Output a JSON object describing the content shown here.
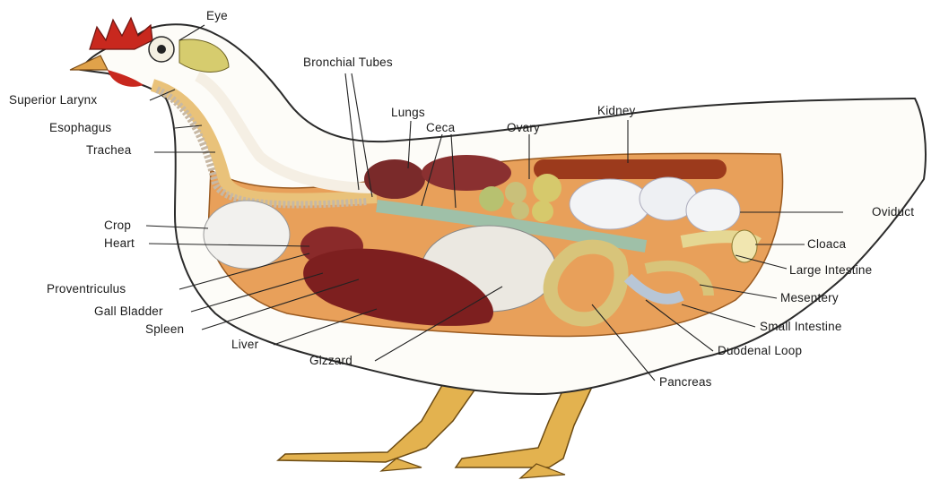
{
  "labels": {
    "eye": "Eye",
    "bronchial_tubes": "Bronchial Tubes",
    "superior_larynx": "Superior Larynx",
    "lungs": "Lungs",
    "kidney": "Kidney",
    "esophagus": "Esophagus",
    "ceca": "Ceca",
    "ovary": "Ovary",
    "trachea": "Trachea",
    "oviduct": "Oviduct",
    "crop": "Crop",
    "heart": "Heart",
    "cloaca": "Cloaca",
    "large_intestine": "Large Intestine",
    "proventriculus": "Proventriculus",
    "mesentery": "Mesentery",
    "gall_bladder": "Gall Bladder",
    "small_intestine": "Small Intestine",
    "spleen": "Spleen",
    "liver": "Liver",
    "duodenal_loop": "Duodenal Loop",
    "gizzard": "Gizzard",
    "pancreas": "Pancreas"
  },
  "colors": {
    "background": "#ffffff",
    "body_outline": "#2b2b2b",
    "comb": "#c8281e",
    "beak": "#e0a24a",
    "feet": "#e3b24f",
    "lungs": "#7a2a2a",
    "liver": "#7d1f1f",
    "kidney": "#9c3a1c",
    "intestine": "#d8c47a",
    "gizzard": "#e8e4dc",
    "ovary": "#c9c07a",
    "cavity": "#e8a05a"
  }
}
